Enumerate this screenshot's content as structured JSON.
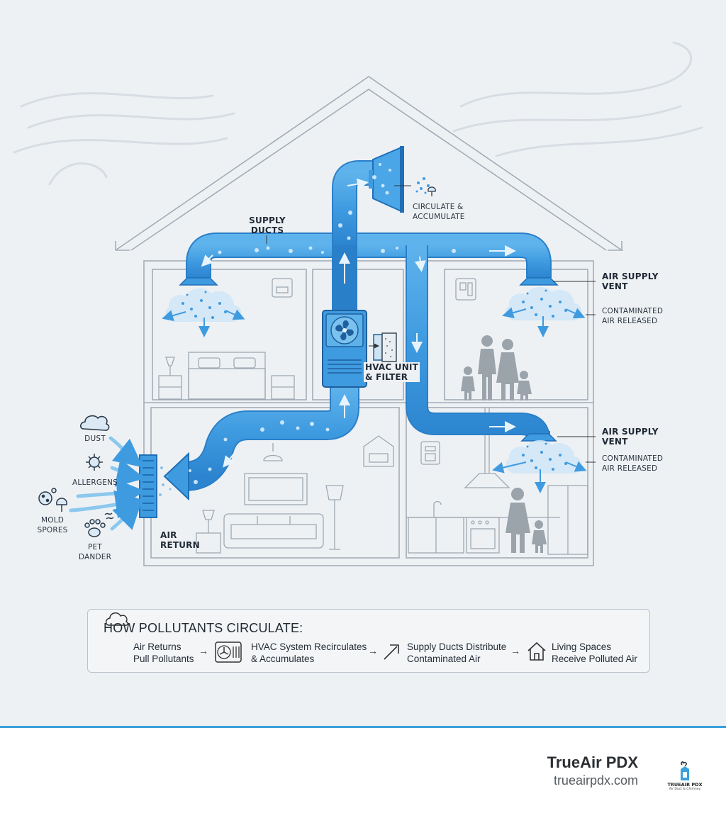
{
  "labels": {
    "supply_ducts": [
      "SUPPLY",
      "DUCTS"
    ],
    "circulate": [
      "CIRCULATE &",
      "ACCUMULATE"
    ],
    "air_supply_vent_upper": [
      "AIR SUPPLY",
      "VENT"
    ],
    "contaminated_upper": [
      "CONTAMINATED",
      "AIR RELEASED"
    ],
    "air_supply_vent_lower": [
      "AIR SUPPLY",
      "VENT"
    ],
    "contaminated_lower": [
      "CONTAMINATED",
      "AIR RELEASED"
    ],
    "hvac_unit": [
      "HVAC UNIT",
      "& FILTER"
    ],
    "dust": "DUST",
    "allergens": "ALLERGENS",
    "mold_spores": [
      "MOLD",
      "SPORES"
    ],
    "pet_dander": [
      "PET",
      "DANDER"
    ],
    "air_return": [
      "AIR",
      "RETURN"
    ]
  },
  "legend": {
    "title": "HOW POLLUTANTS CIRCULATE:",
    "steps": [
      {
        "icon": "cloud-icon",
        "lines": [
          "Air Returns",
          "Pull Pollutants"
        ]
      },
      {
        "icon": "hvac-fan-icon",
        "lines": [
          "HVAC System Recirculates",
          "& Accumulates"
        ]
      },
      {
        "icon": "diagonal-arrow-icon",
        "lines": [
          "Supply Ducts Distribute",
          "Contaminated Air"
        ]
      },
      {
        "icon": "house-icon",
        "lines": [
          "Living Spaces",
          "Receive Polluted Air"
        ]
      }
    ],
    "separator": "→"
  },
  "footer": {
    "brand": "TrueAir PDX",
    "url": "trueairpdx.com",
    "logo_name": "TRUEAIR PDX",
    "logo_tagline": "Air Duct & Chimney"
  },
  "colors": {
    "duct": "#3f9be0",
    "duct_dark": "#1f6fb8",
    "outline": "#9aa4ae",
    "background": "#eef1f4",
    "accent": "#3aa0dc"
  }
}
